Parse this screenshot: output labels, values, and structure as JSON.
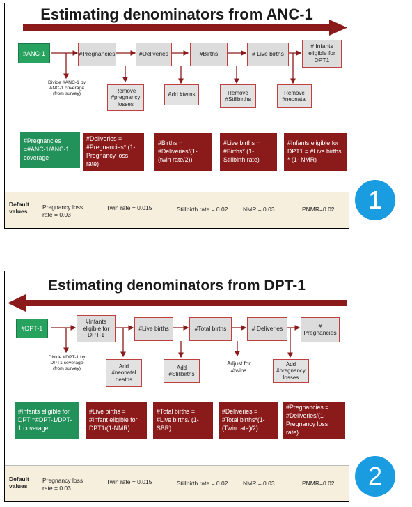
{
  "panel1": {
    "title": "Estimating denominators from ANC-1",
    "start": "#ANC-1",
    "flow": [
      "#Pregnancies",
      "#Deliveries",
      "#Births",
      "# Live births",
      "# Infants eligible for DPT1"
    ],
    "subs": [
      "Divide #ANC-1 by ANC-1 coverage (from survey)",
      "Remove #pregnancy losses",
      "Add #twins",
      "Remove #Stillbirths",
      "Remove #neonatal"
    ],
    "formulas": [
      "#Pregnancies =#ANC-1/ANC-1 coverage",
      "#Deliveries = #Pregnancies* (1-Pregnancy loss rate)",
      "#Births = #Deliveries/(1-(twin rate/2))",
      "#Live births = #Births* (1-Stillbirth rate)",
      "#Infants eligible for DPT1 = #Live births * (1- NMR)"
    ],
    "defaults_label": "Default values",
    "defaults": [
      "Pregnancy loss rate = 0.03",
      "Twin rate = 0.015",
      "Stillbirth rate = 0.02",
      "NMR = 0.03",
      "PNMR=0.02"
    ],
    "badge": "1"
  },
  "panel2": {
    "title": "Estimating denominators from DPT-1",
    "start": "#DPT-1",
    "flow": [
      "#Infants eligible for DPT-1",
      "#Live births",
      "#Total births",
      "# Deliveries",
      "# Pregnancies"
    ],
    "subs": [
      "Divide #DPT-1 by DPT1 coverage (from survey)",
      "Add #neonatal deaths",
      "Add #Stillbirths",
      "Adjust for #twins",
      "Add #pregnancy losses"
    ],
    "formulas": [
      "#Infants eligible for DPT =#DPT-1/DPT-1 coverage",
      "#Live births = #Infant eligible for DPT1/(1-NMR)",
      "#Total births = #Live births/ (1-SBR)",
      "#Deliveries = #Total births*(1-(Twin rate)/2)",
      "#Pregnancies = #Deliveries/(1-Pregnancy loss rate)"
    ],
    "defaults_label": "Default values",
    "defaults": [
      "Pregnancy loss rate = 0.03",
      "Twin rate = 0.015",
      "Stillbirth rate = 0.02",
      "NMR = 0.03",
      "PNMR=0.02"
    ],
    "badge": "2"
  },
  "colors": {
    "dark_red": "#8b1a1a",
    "green": "#27a35f",
    "badge_blue": "#1a9ce0",
    "defaults_bg": "#f6efdd"
  }
}
